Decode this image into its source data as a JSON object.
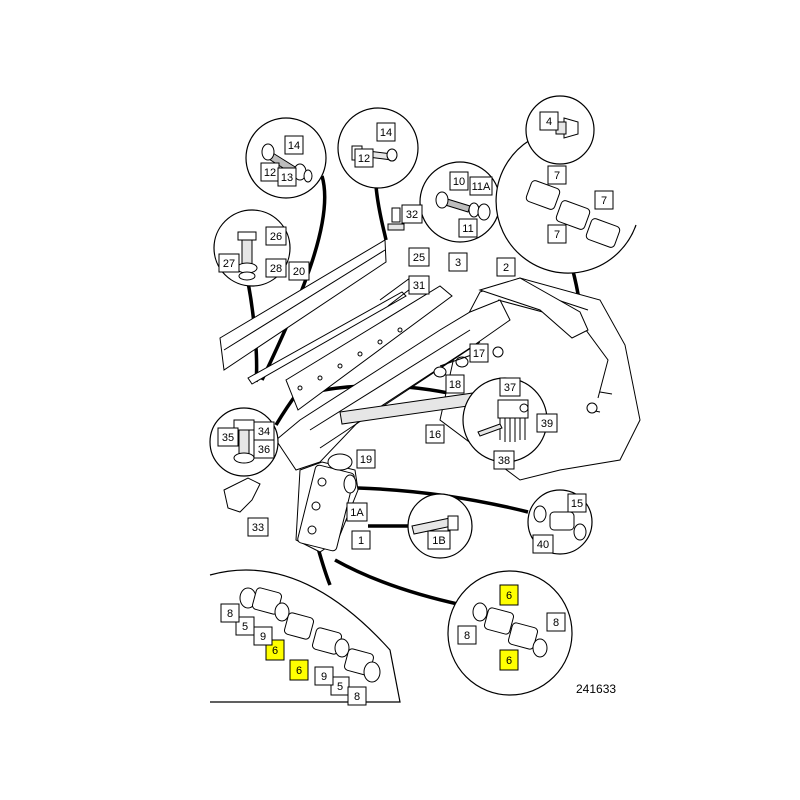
{
  "figure_number": "241633",
  "highlight_color": "#ffff00",
  "labels": {
    "l1": "1",
    "l1a": "1A",
    "l1b": "1B",
    "l2": "2",
    "l3": "3",
    "l4": "4",
    "l5a": "5",
    "l5b": "5",
    "l6a": "6",
    "l6b": "6",
    "l6c": "6",
    "l6d": "6",
    "l7a": "7",
    "l7b": "7",
    "l7c": "7",
    "l8a": "8",
    "l8b": "8",
    "l8c": "8",
    "l8d": "8",
    "l9a": "9",
    "l9b": "9",
    "l10": "10",
    "l11": "11",
    "l11a": "11A",
    "l12a": "12",
    "l12b": "12",
    "l13": "13",
    "l14a": "14",
    "l14b": "14",
    "l15": "15",
    "l16": "16",
    "l17": "17",
    "l18": "18",
    "l19": "19",
    "l20": "20",
    "l25": "25",
    "l26": "26",
    "l27": "27",
    "l28": "28",
    "l31": "31",
    "l32": "32",
    "l33": "33",
    "l34": "34",
    "l35": "35",
    "l36": "36",
    "l37": "37",
    "l38": "38",
    "l39": "39",
    "l40": "40"
  }
}
